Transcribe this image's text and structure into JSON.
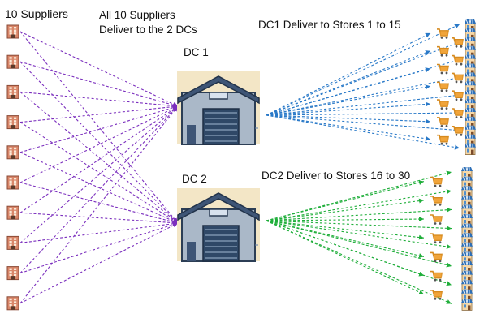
{
  "labels": {
    "suppliers": "10 Suppliers",
    "all_suppliers_line1": "All 10 Suppliers",
    "all_suppliers_line2": "Deliver to the 2 DCs",
    "dc1": "DC 1",
    "dc2": "DC 2",
    "dc1_delivery": "DC1 Deliver to Stores 1 to 15",
    "dc2_delivery": "DC2 Deliver to Stores 16 to 30"
  },
  "counts": {
    "suppliers": 10,
    "dc1_stores": 15,
    "dc2_stores": 15
  },
  "colors": {
    "supplier_links": "#7b2fbe",
    "dc1_links": "#2979c8",
    "dc2_links": "#1fae3a",
    "warehouse_roof": "#3e5576",
    "warehouse_wall": "#aab8c8",
    "warehouse_bg": "#f3e6c6"
  },
  "icons": {
    "supplier": "building-icon",
    "warehouse": "warehouse-icon",
    "store": "store-icon"
  }
}
